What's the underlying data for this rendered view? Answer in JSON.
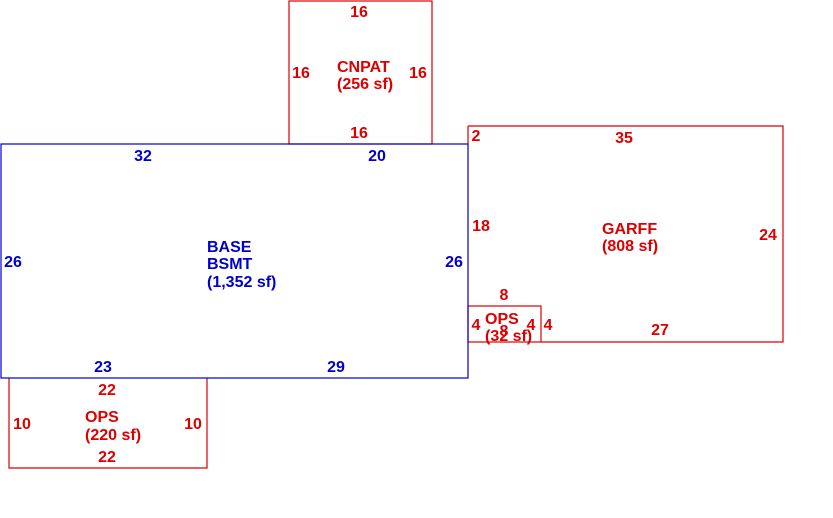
{
  "colors": {
    "living": "#0000cc",
    "addition": "#dd0000",
    "background": "#ffffff"
  },
  "areas": {
    "cnpat": {
      "name": "CNPAT",
      "area": "(256 sf)",
      "dims": {
        "top": "16",
        "left": "16",
        "right": "16",
        "bottom": "16"
      }
    },
    "base": {
      "name_line1": "BASE",
      "name_line2": "BSMT",
      "area": "(1,352 sf)",
      "dims": {
        "top_left": "32",
        "top_right": "20",
        "left": "26",
        "right": "26",
        "bottom_left": "23",
        "bottom_right": "29"
      }
    },
    "garff": {
      "name": "GARFF",
      "area": "(808 sf)",
      "dims": {
        "top_corner": "2",
        "top": "35",
        "left": "18",
        "right": "24",
        "bottom": "27"
      }
    },
    "ops_small": {
      "name": "OPS",
      "area": "(32 sf)",
      "dims": {
        "top": "8",
        "left": "4",
        "right": "4",
        "bottom": "8",
        "inner": "4"
      }
    },
    "ops_large": {
      "name": "OPS",
      "area": "(220 sf)",
      "dims": {
        "top": "22",
        "left": "10",
        "right": "10",
        "bottom": "22"
      }
    }
  }
}
